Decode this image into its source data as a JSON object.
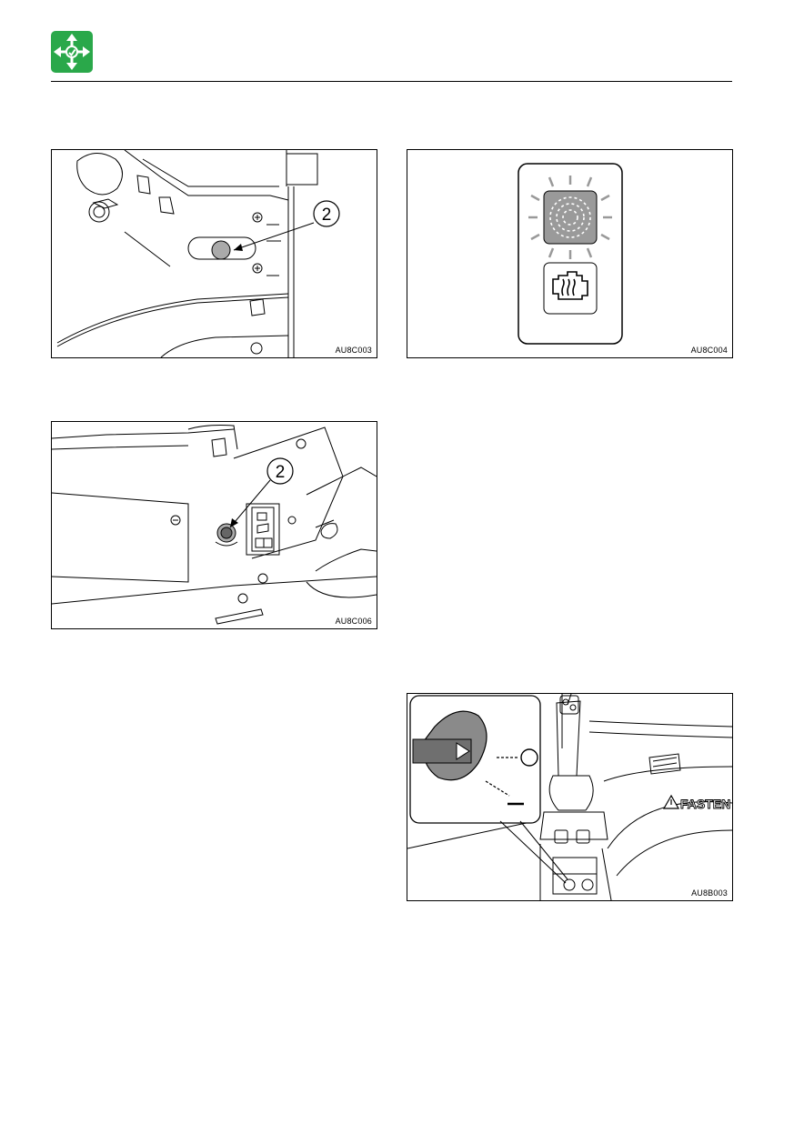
{
  "header": {
    "section_icon": "four-way-arrows-icon",
    "icon_color": "#2aa84a"
  },
  "figures": [
    {
      "code": "AU8C003",
      "callout": "2"
    },
    {
      "code": "AU8C004"
    },
    {
      "code": "AU8C006",
      "callout": "2"
    },
    {
      "code": "AU8B003",
      "sticker_text": "FASTEN"
    }
  ]
}
